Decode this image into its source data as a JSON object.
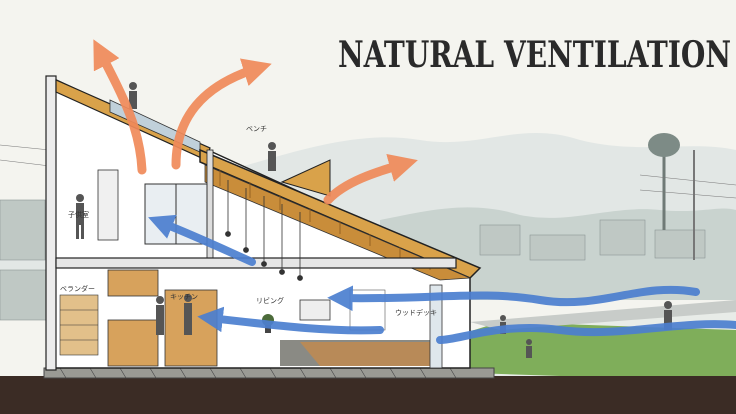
{
  "title": "NATURAL VENTILATION",
  "labels": {
    "bench": "ベンチ",
    "child_room": "子供室",
    "living": "リビング",
    "kitchen": "キッチン",
    "terrace": "ウッドデッキ",
    "veranda": "ベランダー"
  },
  "colors": {
    "warm_air": "#f08a5a",
    "cool_air": "#4c7fd0",
    "roof_wood": "#d9a24a",
    "wood": "#d7a25c",
    "lawn": "#7fae5a",
    "ground": "#3b2c25"
  },
  "icons": [
    "warm-air-arrow",
    "cool-air-arrow",
    "person-figure",
    "pendant-lamp"
  ]
}
